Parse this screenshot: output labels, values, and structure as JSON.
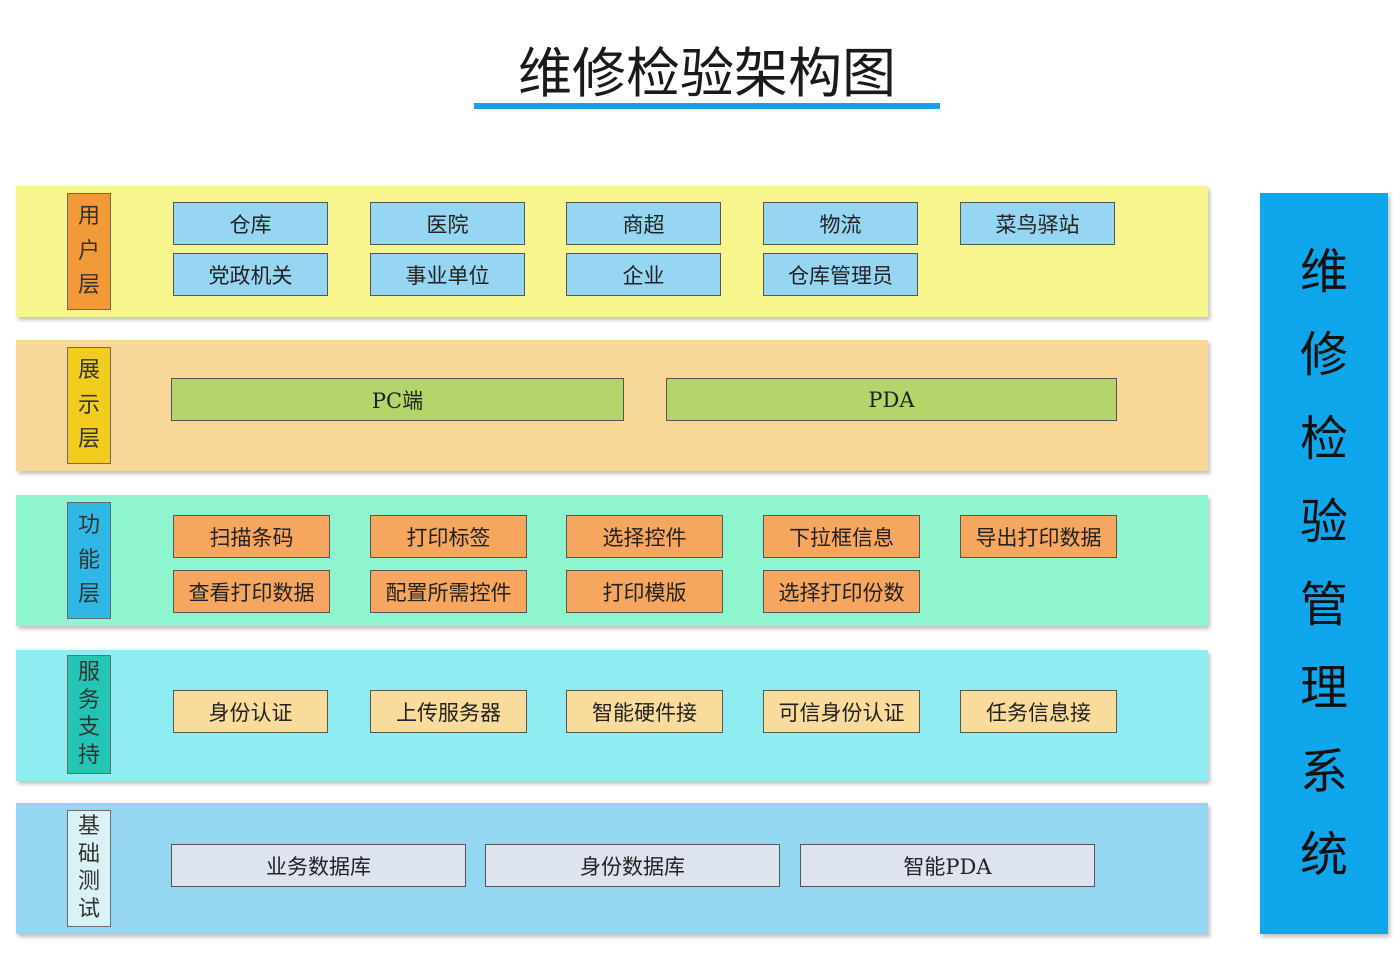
{
  "title": "维修检验架构图",
  "colors": {
    "user_layer_bg": "#f7f68e",
    "display_layer_bg": "#f7d898",
    "function_layer_bg": "#8ff5cf",
    "service_layer_bg": "#8fedf2",
    "base_layer_bg": "#95d6f1",
    "title_underline": "#1aa0e6",
    "side_bar": "#0fa6ec"
  },
  "layers": [
    {
      "label_chars": [
        "用",
        "户",
        "层"
      ],
      "label_color": "#f29a38",
      "box_color": "#96d6f2",
      "items": [
        "仓库",
        "医院",
        "商超",
        "物流",
        "菜鸟驿站",
        "党政机关",
        "事业单位",
        "企业",
        "仓库管理员"
      ]
    },
    {
      "label_chars": [
        "展",
        "示",
        "层"
      ],
      "label_color": "#f2cd1f",
      "box_color": "#b3d56a",
      "items": [
        "PC端",
        "PDA"
      ]
    },
    {
      "label_chars": [
        "功",
        "能",
        "层"
      ],
      "label_color": "#2fb8e6",
      "box_color": "#f6a65e",
      "items": [
        "扫描条码",
        "打印标签",
        "选择控件",
        "下拉框信息",
        "导出打印数据",
        "查看打印数据",
        "配置所需控件",
        "打印模版",
        "选择打印份数"
      ]
    },
    {
      "label_chars": [
        "服",
        "务",
        "支",
        "持"
      ],
      "label_color": "#25c5b5",
      "box_color": "#f9dc9c",
      "items": [
        "身份认证",
        "上传服务器",
        "智能硬件接",
        "可信身份认证",
        "任务信息接"
      ]
    },
    {
      "label_chars": [
        "基",
        "础",
        "测",
        "试"
      ],
      "label_color": "#daf1f6",
      "box_color": "#dde4f0",
      "items": [
        "业务数据库",
        "身份数据库",
        "智能PDA"
      ]
    }
  ],
  "side_bar": {
    "chars": [
      "维",
      "修",
      "检",
      "验",
      "管",
      "理",
      "系",
      "统"
    ]
  }
}
